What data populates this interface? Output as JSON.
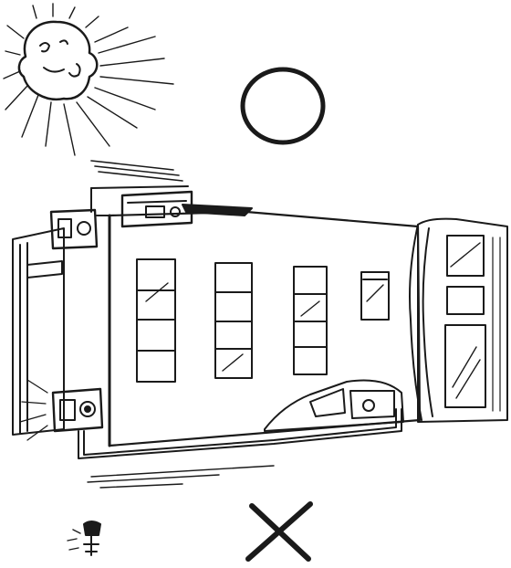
{
  "illustration": {
    "subject": "building-with-outdoor-units-sketch",
    "style": "black-ink-line-drawing",
    "ink_color": "#1a1a1a",
    "background_color": "#ffffff",
    "marks": {
      "approved": "circle-mark",
      "rejected": "cross-mark"
    }
  }
}
